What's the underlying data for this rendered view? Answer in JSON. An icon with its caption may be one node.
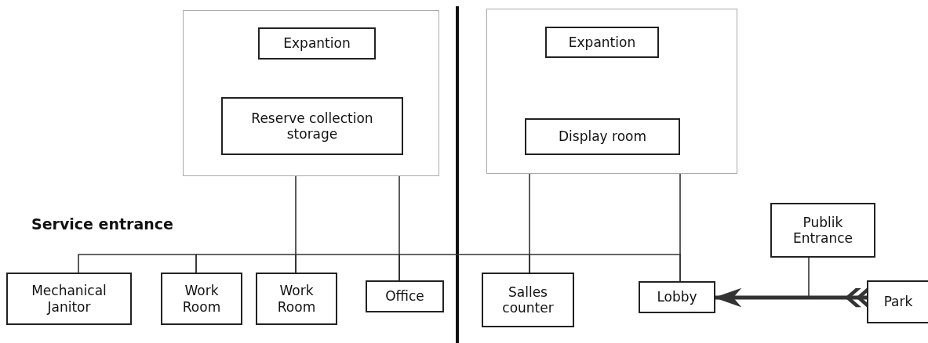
{
  "diagram": {
    "nodes": [
      {
        "text": [],
        "shape": "box"
      },
      {
        "text": [
          "Expantion"
        ],
        "in": 0
      },
      {
        "text": [
          "Reserve collection storage"
        ],
        "in": 0
      },
      {
        "text": [],
        "shape": "box"
      },
      {
        "text": [
          "Expantion"
        ],
        "in": 3
      },
      {
        "text": [
          "Display room"
        ],
        "in": 3
      },
      {
        "text": [
          "Mechanical Janitor"
        ]
      },
      {
        "text": [
          "Work Room"
        ]
      },
      {
        "text": [
          "Work Room"
        ]
      },
      {
        "text": [
          "Office"
        ]
      },
      {
        "text": [
          "Salles counter"
        ]
      },
      {
        "text": [
          "Lobby"
        ]
      },
      {
        "text": [
          "Publik Entrance"
        ]
      },
      {
        "text": [
          "Park"
        ]
      }
    ],
    "edges": [
      {
        "from": 0,
        "to": 8,
        "arrow": "none"
      },
      {
        "from": 0,
        "to": 9,
        "arrow": "none"
      },
      {
        "from": 3,
        "to": 10,
        "arrow": "none"
      },
      {
        "from": 3,
        "to": 11,
        "arrow": "none"
      },
      {
        "from": 6,
        "to": 7,
        "arrow": "none"
      },
      {
        "from": 7,
        "to": 8,
        "arrow": "none"
      },
      {
        "from": 8,
        "to": 9,
        "arrow": "none"
      },
      {
        "from": 9,
        "to": 10,
        "arrow": "none"
      },
      {
        "from": 10,
        "to": 11,
        "arrow": "none"
      },
      {
        "from": 13,
        "to": 11,
        "arrow": "to",
        "style": "thick"
      },
      {
        "from": 12,
        "to": 11,
        "arrow": "none"
      }
    ],
    "labels": [
      "Service entrance"
    ]
  }
}
